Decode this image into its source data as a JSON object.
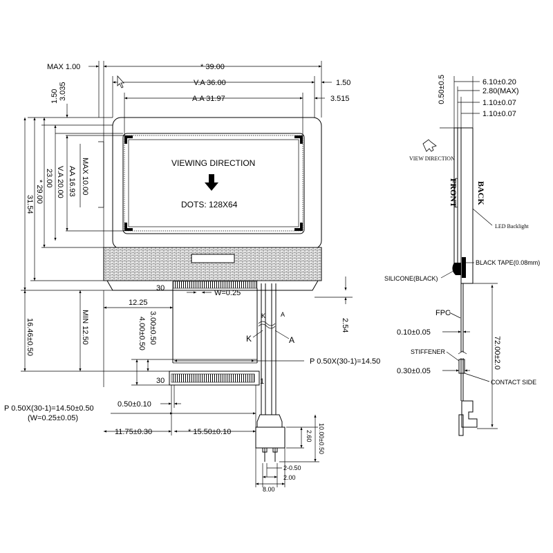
{
  "front_view": {
    "viewing_direction": "VIEWING DIRECTION",
    "dots": "DOTS: 128X64",
    "dims": {
      "max_1_00": "MAX 1.00",
      "overall_39_00": "* 39.00",
      "va_36_00": "V.A 36.00",
      "d_1_50_right": "1.50",
      "aa_31_97": "A.A 31.97",
      "d_3_515": "3.515",
      "d_3_035": "3.035",
      "d_1_50_left": "1.50",
      "max_10_00": "MAX 10.00",
      "aa_16_93": "AA 16.93",
      "va_20_00": "V.A 20.00",
      "d_23_00": "23.00",
      "d_29_00": "* 29.00",
      "d_31_54": "31.54",
      "pin_30_top": "30",
      "w_0_25": "W=0.25",
      "d_12_25": "12.25",
      "min_12_50": "MIN 12.50",
      "d_16_46": "16.46±0.50",
      "k_label": "K",
      "a_label": "A",
      "k_label_small": "K",
      "a_label_small": "A",
      "d_2_54": "2.54",
      "d_3_00": "3.00±0.50",
      "d_4_00": "4.00±0.50",
      "pitch_right": "P 0.50X(30-1)=14.50",
      "pin_30_bottom": "30",
      "pin_1_bottom": "1",
      "d_0_50": "0.50±0.10",
      "pitch_left": "P 0.50X(30-1)=14.50±0.50",
      "w_note": "(W=0.25±0.05)",
      "d_11_75": "11.75±0.30",
      "d_15_50": "* 15.50±0.10",
      "d_2_60": "2.60",
      "d_10_00": "10.00±0.50",
      "d_2_50": "2-0.50",
      "d_2_00": "2.00",
      "d_8_00": "8.00"
    }
  },
  "side_view": {
    "dims": {
      "d_0_50": "0.50±0.5",
      "d_6_10": "6.10±0.20",
      "d_2_80": "2.80(MAX)",
      "d_1_10_a": "1.10±0.07",
      "d_1_10_b": "1.10±0.07",
      "d_0_10": "0.10±0.05",
      "d_72_00": "72.00±2.0",
      "d_0_30": "0.30±0.05"
    },
    "labels": {
      "view_direction": "VIEW DIRECTION",
      "front": "FRONT",
      "back": "BACK",
      "led_backlight": "LED Backlight",
      "black_tape": "BLACK TAPE(0.08mm)",
      "silicone": "SILICONE(BLACK)",
      "fpc": "FPC",
      "stiffener": "STIFFENER",
      "contact_side": "CONTACT SIDE"
    }
  }
}
